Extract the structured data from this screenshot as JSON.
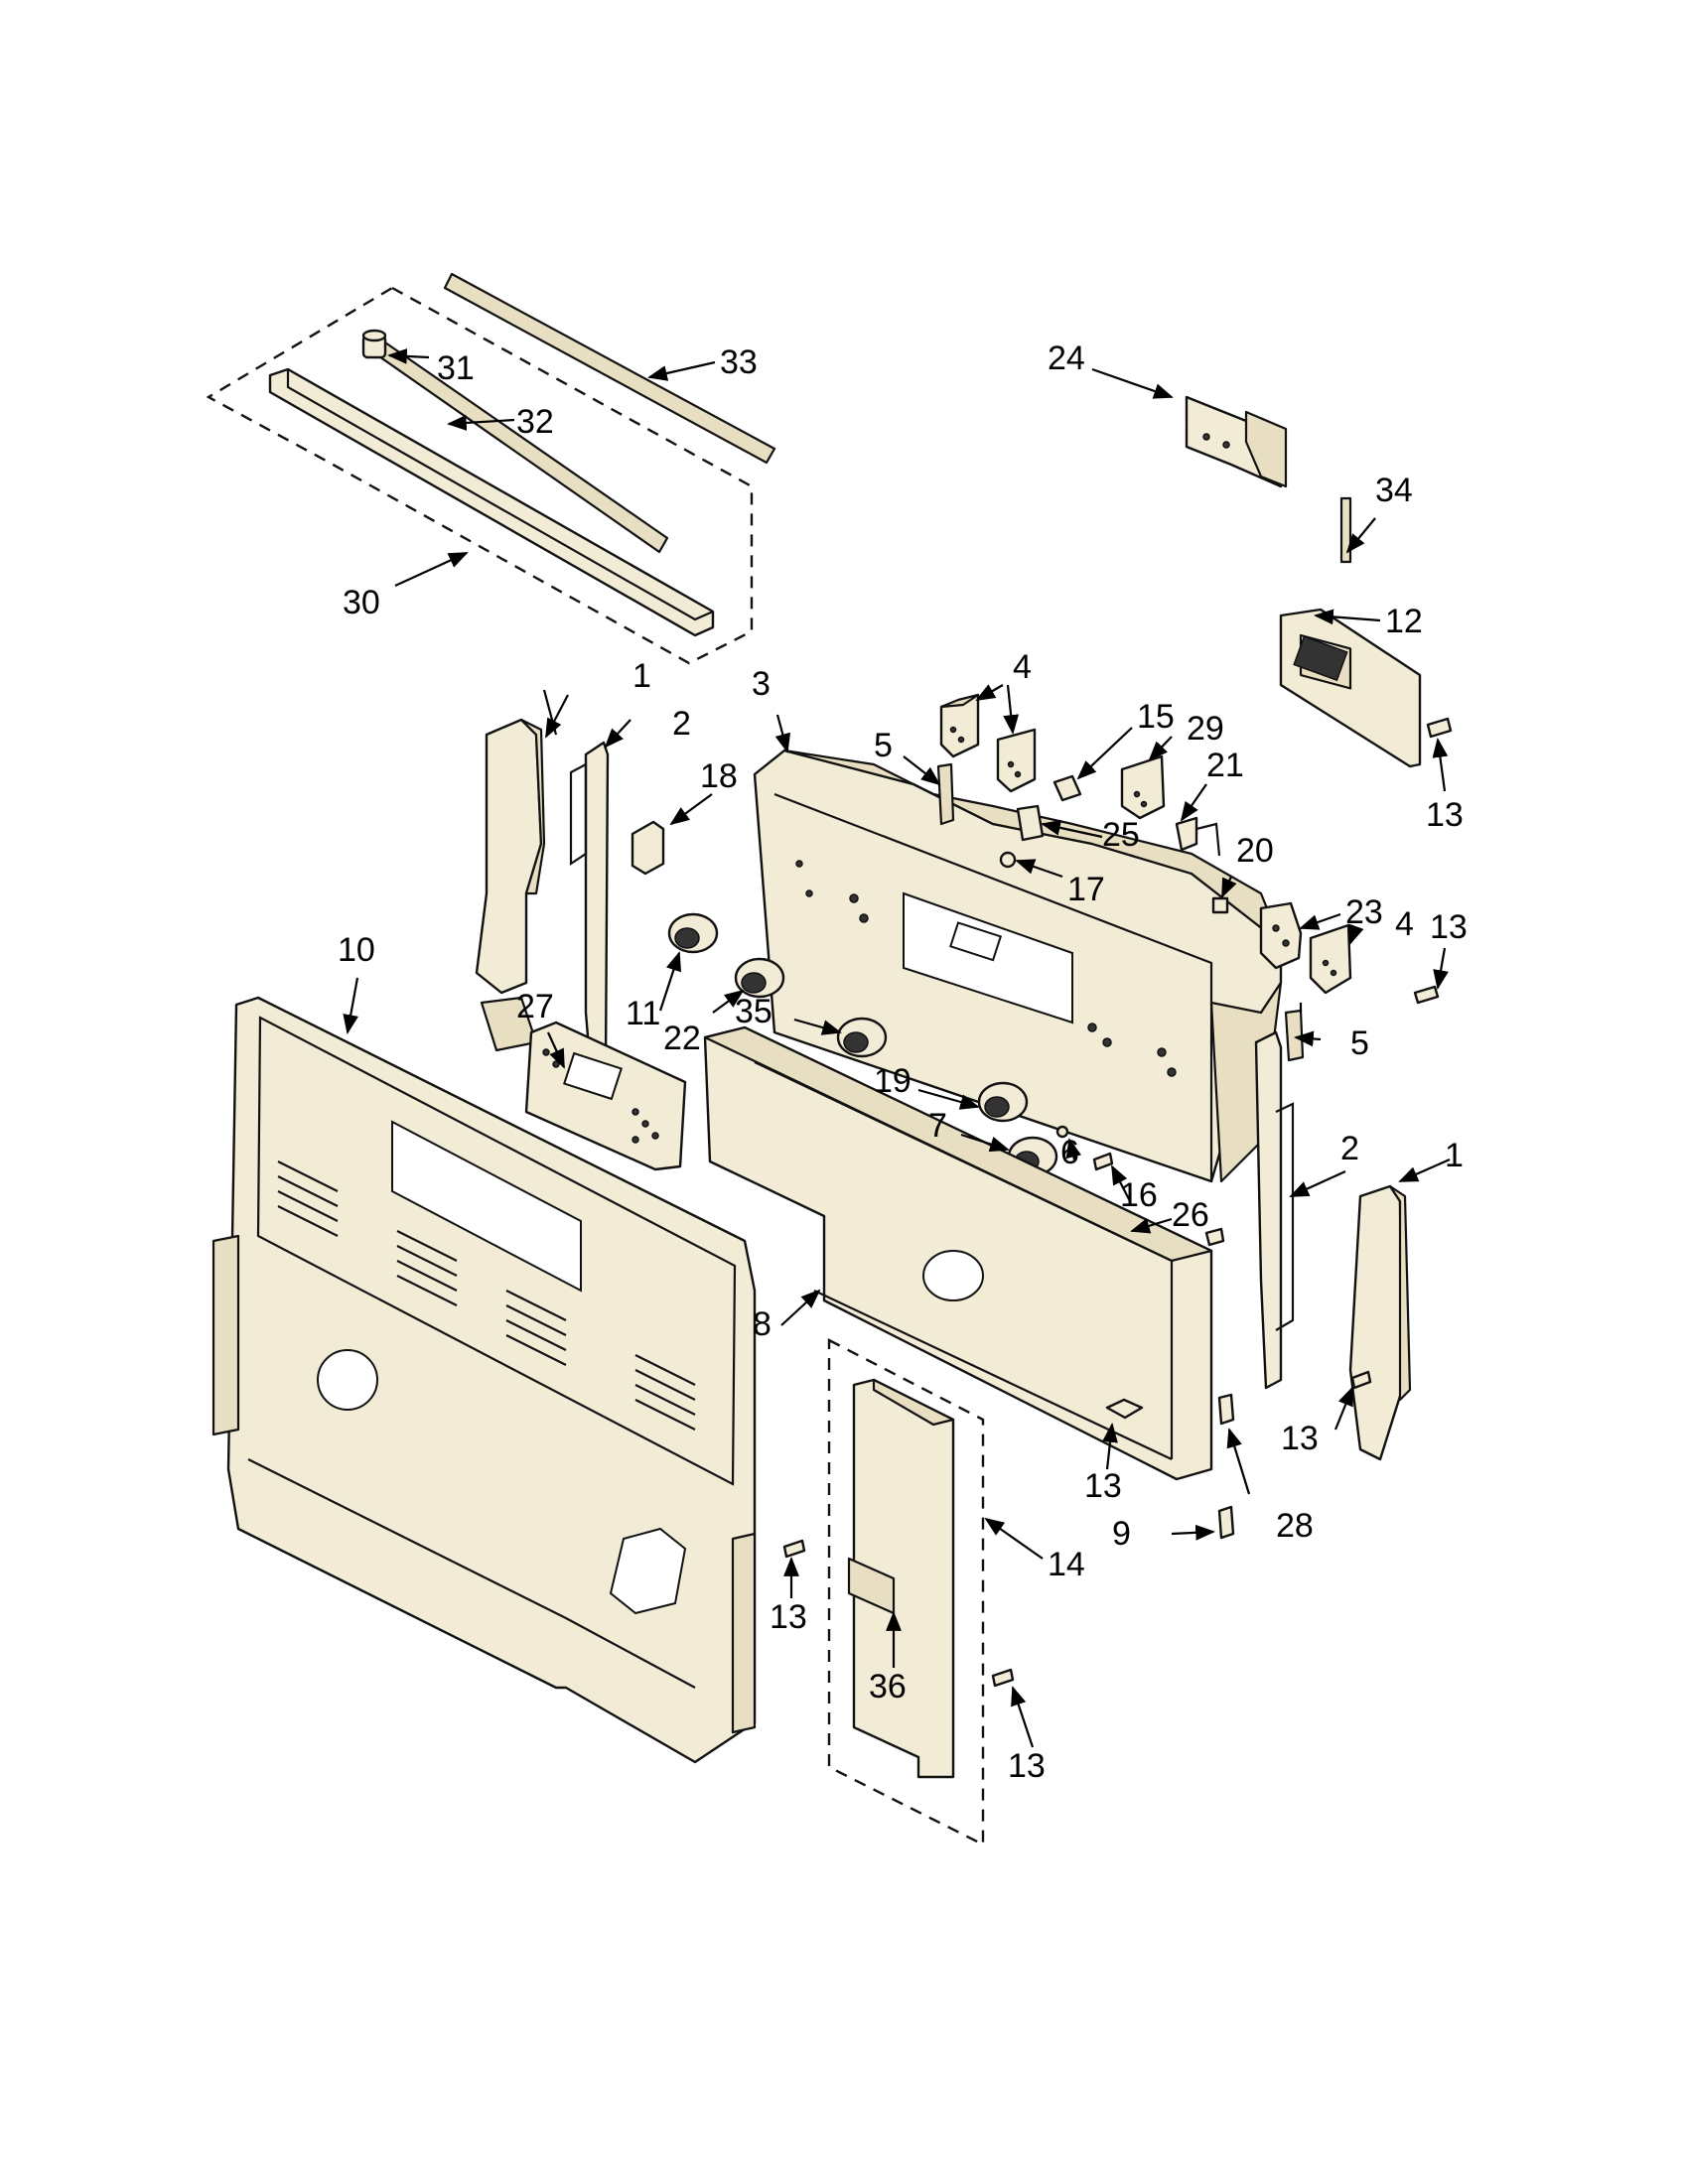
{
  "callouts": [
    {
      "id": "c33",
      "text": "33"
    },
    {
      "id": "c31",
      "text": "31"
    },
    {
      "id": "c32",
      "text": "32"
    },
    {
      "id": "c30",
      "text": "30"
    },
    {
      "id": "c24",
      "text": "24"
    },
    {
      "id": "c34",
      "text": "34"
    },
    {
      "id": "c12",
      "text": "12"
    },
    {
      "id": "c13a",
      "text": "13"
    },
    {
      "id": "c4a",
      "text": "4"
    },
    {
      "id": "c15",
      "text": "15"
    },
    {
      "id": "c29",
      "text": "29"
    },
    {
      "id": "c21",
      "text": "21"
    },
    {
      "id": "c5a",
      "text": "5"
    },
    {
      "id": "c25",
      "text": "25"
    },
    {
      "id": "c17",
      "text": "17"
    },
    {
      "id": "c20",
      "text": "20"
    },
    {
      "id": "c23",
      "text": "23"
    },
    {
      "id": "c4b",
      "text": "4"
    },
    {
      "id": "c13b",
      "text": "13"
    },
    {
      "id": "c5b",
      "text": "5"
    },
    {
      "id": "c3",
      "text": "3"
    },
    {
      "id": "c1a",
      "text": "1"
    },
    {
      "id": "c2a",
      "text": "2"
    },
    {
      "id": "c18",
      "text": "18"
    },
    {
      "id": "c10",
      "text": "10"
    },
    {
      "id": "c27",
      "text": "27"
    },
    {
      "id": "c11",
      "text": "11"
    },
    {
      "id": "c22",
      "text": "22"
    },
    {
      "id": "c35",
      "text": "35"
    },
    {
      "id": "c19",
      "text": "19"
    },
    {
      "id": "c7",
      "text": "7"
    },
    {
      "id": "c6",
      "text": "6"
    },
    {
      "id": "c16",
      "text": "16"
    },
    {
      "id": "c26",
      "text": "26"
    },
    {
      "id": "c2b",
      "text": "2"
    },
    {
      "id": "c1b",
      "text": "1"
    },
    {
      "id": "c8",
      "text": "8"
    },
    {
      "id": "c13c",
      "text": "13"
    },
    {
      "id": "c13d",
      "text": "13"
    },
    {
      "id": "c9",
      "text": "9"
    },
    {
      "id": "c28",
      "text": "28"
    },
    {
      "id": "c14",
      "text": "14"
    },
    {
      "id": "c13e",
      "text": "13"
    },
    {
      "id": "c36",
      "text": "36"
    },
    {
      "id": "c13f",
      "text": "13"
    }
  ]
}
